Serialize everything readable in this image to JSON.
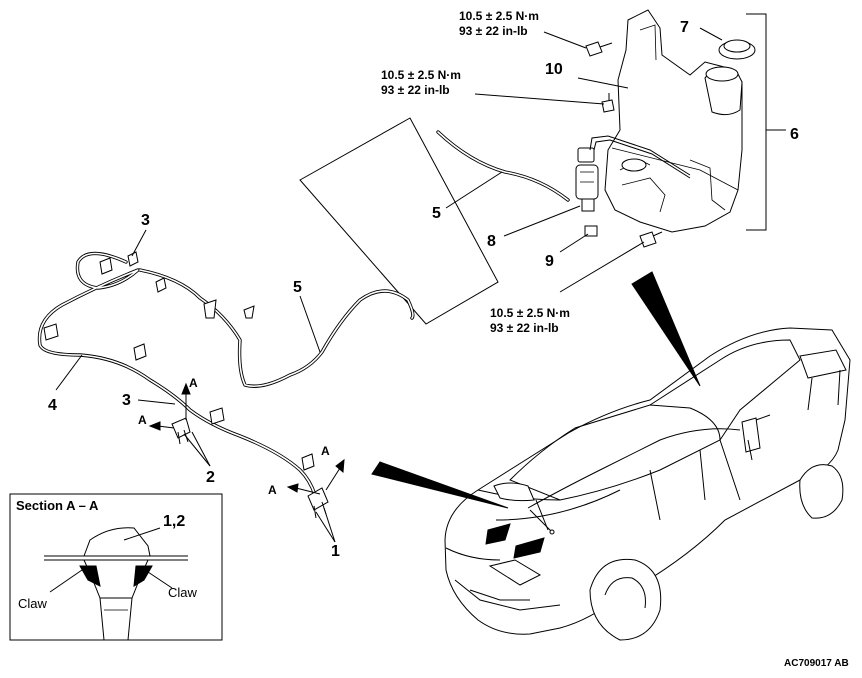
{
  "torque_specs": [
    {
      "nm": "10.5 ± 2.5 N·m",
      "inlb": "93 ± 22 in-lb"
    },
    {
      "nm": "10.5 ± 2.5 N·m",
      "inlb": "93 ± 22 in-lb"
    },
    {
      "nm": "10.5 ± 2.5 N·m",
      "inlb": "93 ± 22 in-lb"
    }
  ],
  "callouts": {
    "n1": "1",
    "n2": "2",
    "n3a": "3",
    "n3b": "3",
    "n4": "4",
    "n5a": "5",
    "n5b": "5",
    "n6": "6",
    "n7": "7",
    "n8": "8",
    "n9": "9",
    "n10": "10"
  },
  "section_markers": [
    "A",
    "A",
    "A",
    "A"
  ],
  "section_box": {
    "title": "Section A – A",
    "part_label": "1,2",
    "claw_left": "Claw",
    "claw_right": "Claw"
  },
  "figure_code": "AC709017 AB"
}
